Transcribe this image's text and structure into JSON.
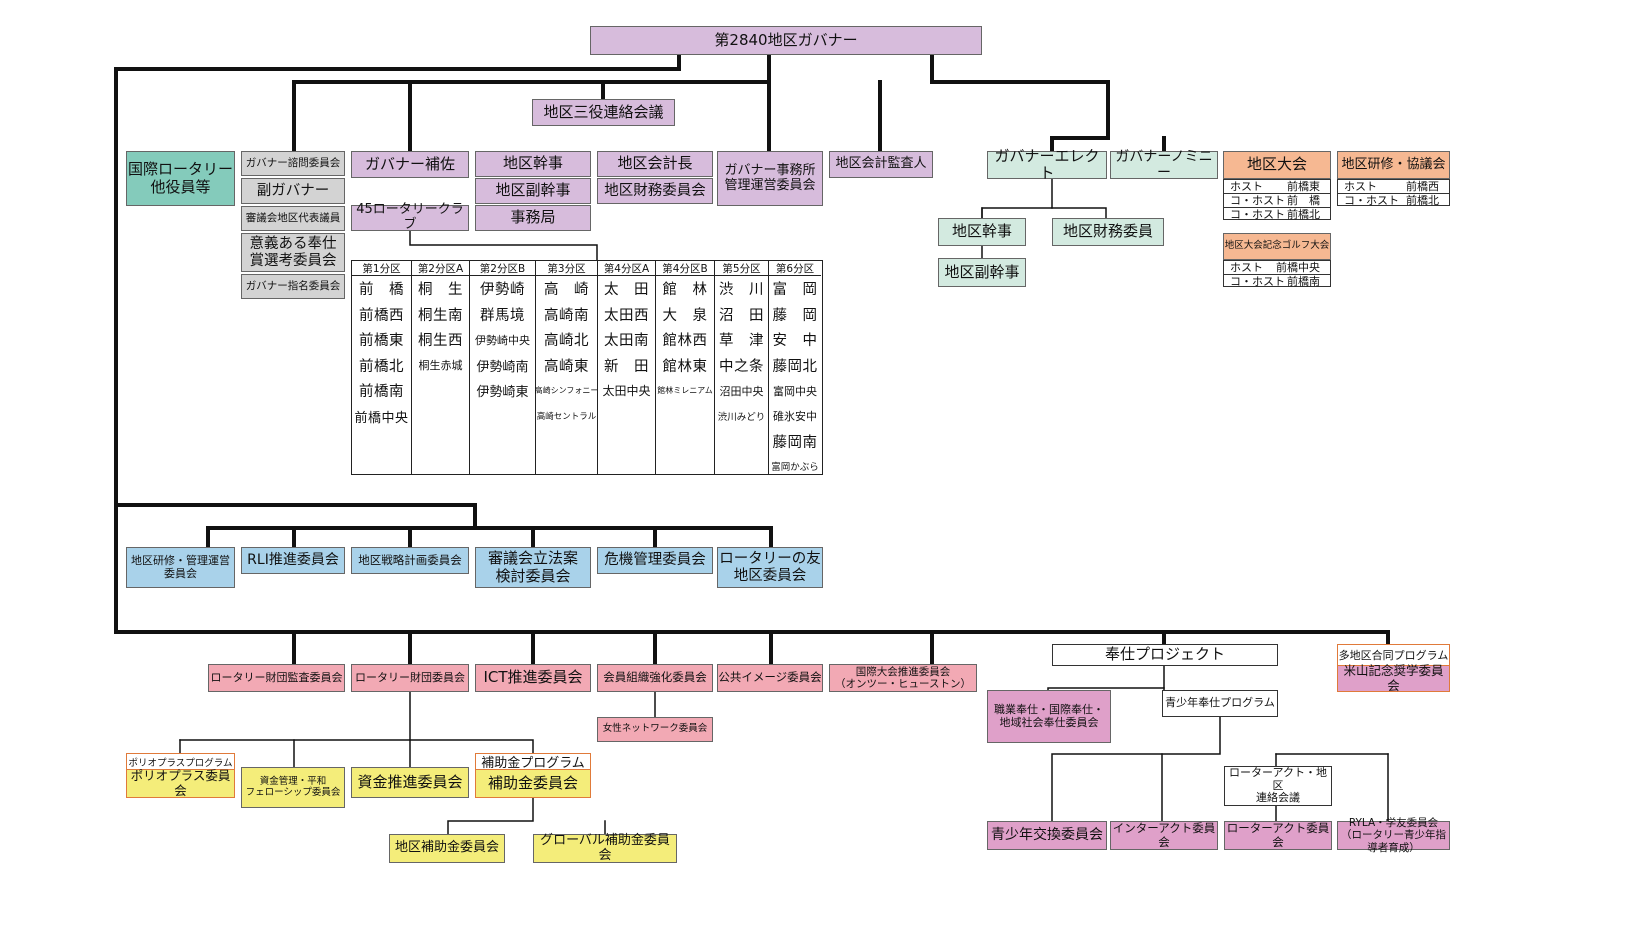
{
  "colors": {
    "purple": "#d7bcdc",
    "teal": "#84cbbb",
    "gray": "#d3d3d3",
    "green": "#d3eae0",
    "orange": "#f6b892",
    "blue": "#a9d2ea",
    "pink": "#f2a9b4",
    "magenta": "#dfa0c9",
    "yellow": "#f4ed7a",
    "label_border": "#e07a3a",
    "line": "#111111"
  },
  "governor": "第2840地区ガバナー",
  "three_roles": "地区三役連絡会議",
  "intl_officers": "国際ロータリー\n他役員等",
  "gov_advisory": "ガバナー諮問委員会",
  "vice_gov": "副ガバナー",
  "council_rep": "審議会地区代表議員",
  "meaningful_award": "意義ある奉仕\n賞選考委員会",
  "gov_nomination": "ガバナー指名委員会",
  "gov_assistant": "ガバナー補佐",
  "clubs45": "45ロータリークラブ",
  "district_secretary": "地区幹事",
  "district_vice_secretary": "地区副幹事",
  "secretariat": "事務局",
  "treasurer": "地区会計長",
  "finance_committee": "地区財務委員会",
  "gov_office": "ガバナー事務所\n管理運営委員会",
  "auditor": "地区会計監査人",
  "gov_elect": "ガバナーエレクト",
  "gov_nominee": "ガバナーノミニー",
  "elect_secretary": "地区幹事",
  "elect_finance": "地区財務委員",
  "elect_vice_secretary": "地区副幹事",
  "conference": {
    "title": "地区大会",
    "rows": [
      {
        "role": "ホスト",
        "club": "前橋東"
      },
      {
        "role": "コ・ホスト",
        "club": "前　橋"
      },
      {
        "role": "コ・ホスト",
        "club": "前橋北"
      }
    ]
  },
  "training": {
    "title": "地区研修・協議会",
    "rows": [
      {
        "role": "ホスト",
        "club": "前橋西"
      },
      {
        "role": "コ・ホスト",
        "club": "前橋北"
      }
    ]
  },
  "golf": {
    "title": "地区大会記念ゴルフ大会",
    "rows": [
      {
        "role": "ホスト",
        "club": "前橋中央"
      },
      {
        "role": "コ・ホスト",
        "club": "前橋南"
      }
    ]
  },
  "groups": [
    {
      "name": "第1分区",
      "clubs": [
        "前　橋",
        "前橋西",
        "前橋東",
        "前橋北",
        "前橋南",
        "前橋中央"
      ]
    },
    {
      "name": "第2分区A",
      "clubs": [
        "桐　生",
        "桐生南",
        "桐生西",
        "桐生赤城"
      ]
    },
    {
      "name": "第2分区B",
      "clubs": [
        "伊勢崎",
        "群馬境",
        "伊勢崎中央",
        "伊勢崎南",
        "伊勢崎東"
      ]
    },
    {
      "name": "第3分区",
      "clubs": [
        "高　崎",
        "高崎南",
        "高崎北",
        "高崎東",
        "高崎シンフォニー",
        "高崎セントラル"
      ]
    },
    {
      "name": "第4分区A",
      "clubs": [
        "太　田",
        "太田西",
        "太田南",
        "新　田",
        "太田中央"
      ]
    },
    {
      "name": "第4分区B",
      "clubs": [
        "館　林",
        "大　泉",
        "館林西",
        "館林東",
        "館林ミレニアム"
      ]
    },
    {
      "name": "第5分区",
      "clubs": [
        "渋　川",
        "沼　田",
        "草　津",
        "中之条",
        "沼田中央",
        "渋川みどり"
      ]
    },
    {
      "name": "第6分区",
      "clubs": [
        "富　岡",
        "藤　岡",
        "安　中",
        "藤岡北",
        "富岡中央",
        "碓氷安中",
        "藤岡南",
        "富岡かぶら"
      ]
    }
  ],
  "blue_row": [
    "地区研修・管理運営\n委員会",
    "RLI推進委員会",
    "地区戦略計画委員会",
    "審議会立法案\n検討委員会",
    "危機管理委員会",
    "ロータリーの友\n地区委員会"
  ],
  "pink_row": [
    "ロータリー財団監査委員会",
    "ロータリー財団委員会",
    "ICT推進委員会",
    "会員組織強化委員会",
    "公共イメージ委員会",
    "国際大会推進委員会\n（オンツー・ヒューストン）"
  ],
  "womens_network": "女性ネットワーク委員会",
  "polio_label": "ポリオプラスプログラム",
  "polio_committee": "ポリオプラス委員会",
  "peace_fellowship": "資金管理・平和\nフェローシップ委員会",
  "fund_development": "資金推進委員会",
  "grants_label": "補助金プログラム",
  "grants_committee": "補助金委員会",
  "district_grants": "地区補助金委員会",
  "global_grants": "グローバル補助金委員会",
  "service_project": "奉仕プロジェクト",
  "vocational_service": "職業奉仕・国際奉仕・\n地域社会奉仕委員会",
  "youth_program": "青少年奉仕プログラム",
  "rotaract_council": "ローターアクト・地区\n連絡会議",
  "youth_exchange": "青少年交換委員会",
  "interact": "インターアクト委員会",
  "rotaract": "ローターアクト委員会",
  "ryla": "RYLA・学友委員会\n（ロータリー青少年指導者育成）",
  "multi_district_label": "多地区合同プログラム",
  "yoneyama": "米山記念奨学委員会"
}
